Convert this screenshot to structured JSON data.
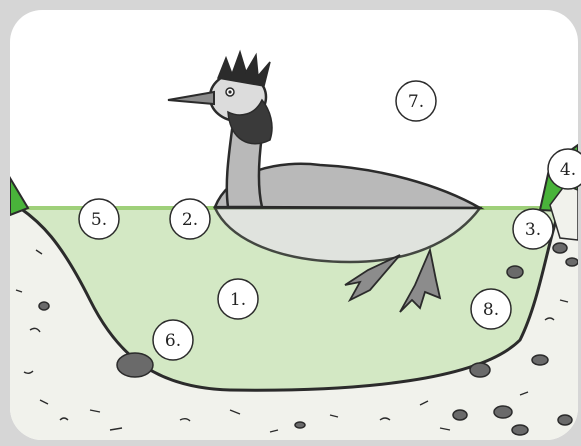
{
  "diagram": {
    "colors": {
      "frame": "#d6d6d6",
      "sky": "#ffffff",
      "water": "#d3e8c4",
      "water_edge": "#9fd07a",
      "grass": "#49b33a",
      "ground": "#f1f2ec",
      "bird_body": "#b9b9b9",
      "bird_belly": "#e3e3e3",
      "stone": "#6a6a6a"
    },
    "labels": [
      "1.",
      "2.",
      "3.",
      "4.",
      "5.",
      "6.",
      "7.",
      "8."
    ]
  }
}
